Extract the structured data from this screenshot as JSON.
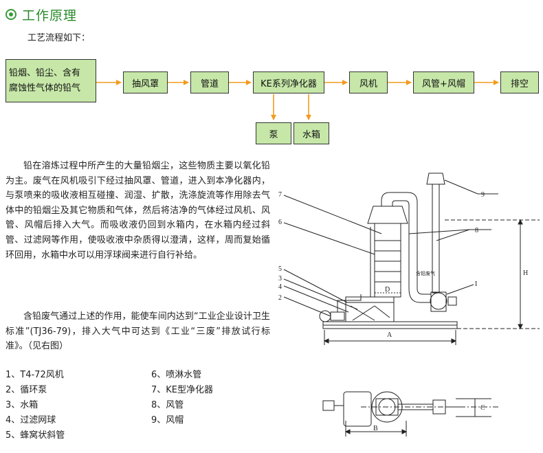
{
  "header": {
    "icon": "target-icon",
    "title": "工作原理",
    "accent_color": "#2a8a2a"
  },
  "subtitle": "工艺流程如下：",
  "flow": {
    "box_color": "#c6e7a8",
    "arrow_color": "#f39b1d",
    "source": {
      "line1": "铅烟、铅尘、含有",
      "line2": "腐蚀性气体的铅气"
    },
    "steps": [
      "抽风罩",
      "管道",
      "KE系列净化器",
      "风机",
      "风管+风帽",
      "排空"
    ],
    "branches": [
      "泵",
      "水箱"
    ]
  },
  "text": {
    "para1": "铅在溶炼过程中所产生的大量铅烟尘，这些物质主要以氧化铅为主。废气在风机吸引下经过抽风罩、管道，进入到本净化器内，与泵喷来的吸收液相互碰撞、润湿、扩散，洗涤旋流等作用除去气体中的铅烟尘及其它物质和气体，然后将洁净的气体经过风机、风管、风帽后排入大气。而吸收液仍回到水箱内，在水箱内经过斜管、过滤网等作用，使吸收液中杂质得以澄清，这样，周而复始循环回用，水箱中水可以用浮球阀来进行自行补给。",
    "para2": "含铅废气通过上述的作用，能使车间内达到“工业企业设计卫生标准”(TJ36-79)，排入大气中可达到《工业“三废”排放试行标准》。（见右图）"
  },
  "legend": {
    "col1": [
      "1、T4-72风机",
      "2、循环泵",
      "3、水箱",
      "4、过滤网球",
      "5、蜂窝状斜管"
    ],
    "col2": [
      "6、喷淋水管",
      "7、KE型净化器",
      "8、风管",
      "9、风帽"
    ]
  },
  "drawing": {
    "labels": {
      "n1": "I",
      "n2": "2",
      "n3": "3",
      "n4": "4",
      "n5": "5",
      "n6": "6",
      "n7": "7",
      "n8": "8",
      "n9": "9",
      "dimA": "A",
      "dimB": "B",
      "dimC": "C",
      "dimD": "D",
      "dimH": "H",
      "pipe_text": "含铅废气"
    }
  }
}
